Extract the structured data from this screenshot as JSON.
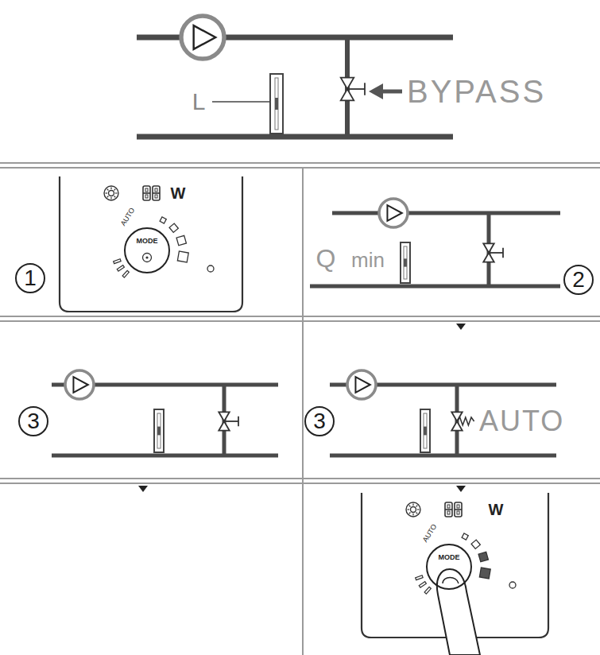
{
  "diagram": {
    "nodes": [
      {
        "text": [
          "1"
        ]
      },
      {
        "text": [
          "MODE"
        ]
      },
      {
        "text": [
          "2"
        ]
      },
      {
        "text": [
          "3"
        ]
      },
      {
        "text": [
          "3"
        ]
      },
      {
        "text": [
          "MODE"
        ]
      }
    ],
    "labels": [
      "L",
      "BYPASS",
      "W",
      "AUTO",
      "Q",
      "min",
      "AUTO",
      "W",
      "AUTO"
    ]
  }
}
